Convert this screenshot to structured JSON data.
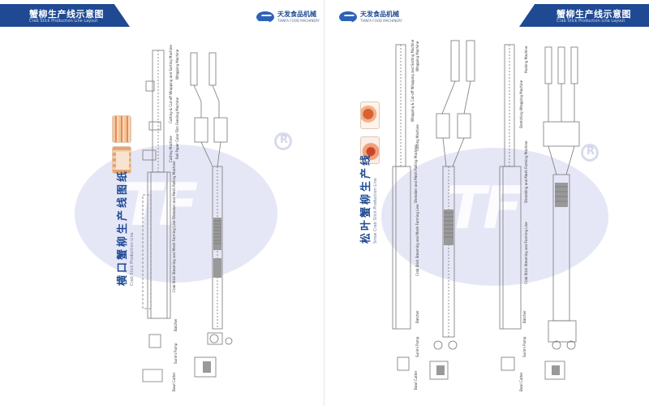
{
  "left_page": {
    "header": {
      "title": "蟹柳生产线示意图",
      "subtitle": "Crab Stick Production Line Layout"
    },
    "brand": {
      "name": "天发食品机械",
      "name_en": "TIANFA FOOD MACHINERY"
    },
    "line_title": {
      "zh": "横口蟹柳生产线图纸",
      "en": "Crab Stick Production Line"
    },
    "machine_labels": [
      "Wrapping Machine",
      "Cutting & Cut-off Wrapping and Sorting Machine",
      "Roll Paper Color Film Feeding Machine",
      "Cutting Machine",
      "Shredder and Mesh Rolling Machine",
      "Crab Stick Steaming and Mesh Forming Line",
      "Batcher",
      "Surimi Pump",
      "Bowl Cutter"
    ]
  },
  "right_page": {
    "header": {
      "title": "蟹柳生产线示意图",
      "subtitle": "Crab Stick Production Line Layout"
    },
    "brand": {
      "name": "天发食品机械",
      "name_en": "TIANFA FOOD MACHINERY"
    },
    "line_title": {
      "zh": "松叶蟹柳生产线",
      "en": "Snow Crab Stick Production Line"
    },
    "machine_labels": [
      "Wrapping Machine",
      "Wrapping & Cut-off Wrapping and Sorting Machine",
      "Cutting Machine",
      "Shredder and Mesh Rolling Machine",
      "Crab Stick Steaming and Mesh Forming Line",
      "Batcher",
      "Surimi Pump",
      "Bowl Cutter",
      "Packing Machine",
      "Stretching Wrapping Machine",
      "Shredding and Mesh Forming Machine",
      "Crab Stick Steaming and Forming Line",
      "Batcher",
      "Surimi Pump",
      "Bowl Cutter"
    ]
  },
  "colors": {
    "header_blue": "#1f4a93",
    "watermark": "#d2d4ee",
    "line_drawing": "#777777"
  }
}
